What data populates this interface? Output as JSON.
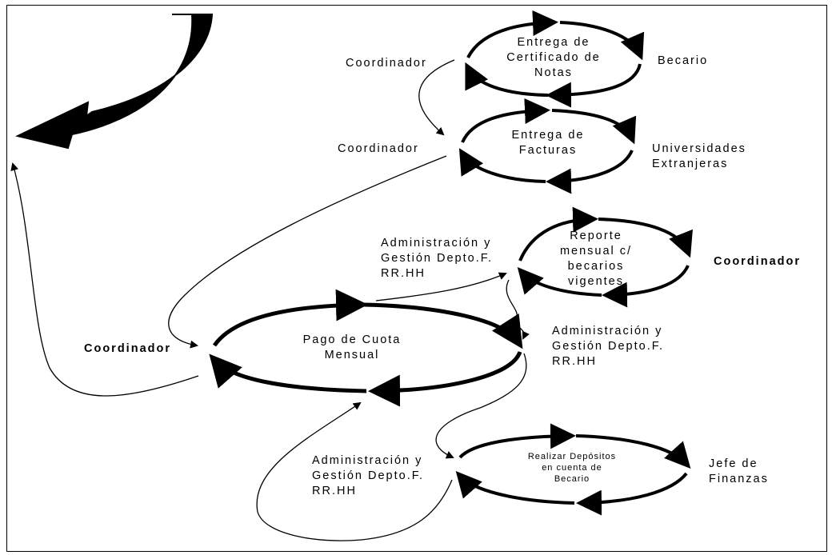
{
  "processes": {
    "notas": "Entrega de\nCertificado de\nNotas",
    "facturas": "Entrega de\nFacturas",
    "reporte": "Reporte\nmensual c/\nbecarios\nvigentes",
    "pago": "Pago de Cuota\nMensual",
    "depositos": "Realizar Depósitos\nen cuenta de\nBecario"
  },
  "actors": {
    "coordinador_notas": "Coordinador",
    "becario": "Becario",
    "coordinador_facturas": "Coordinador",
    "universidades": "Universidades\nExtranjeras",
    "admin_reporte": "Administración y\nGestión Depto.F.\nRR.HH",
    "coordinador_reporte": "Coordinador",
    "coordinador_pago": "Coordinador",
    "admin_pago": "Administración y\nGestión Depto.F.\nRR.HH",
    "admin_depositos": "Administración y\nGestión Depto.F.\nRR.HH",
    "jefe_finanzas": "Jefe de\nFinanzas"
  },
  "colors": {
    "ink": "#000000",
    "background": "#ffffff"
  }
}
